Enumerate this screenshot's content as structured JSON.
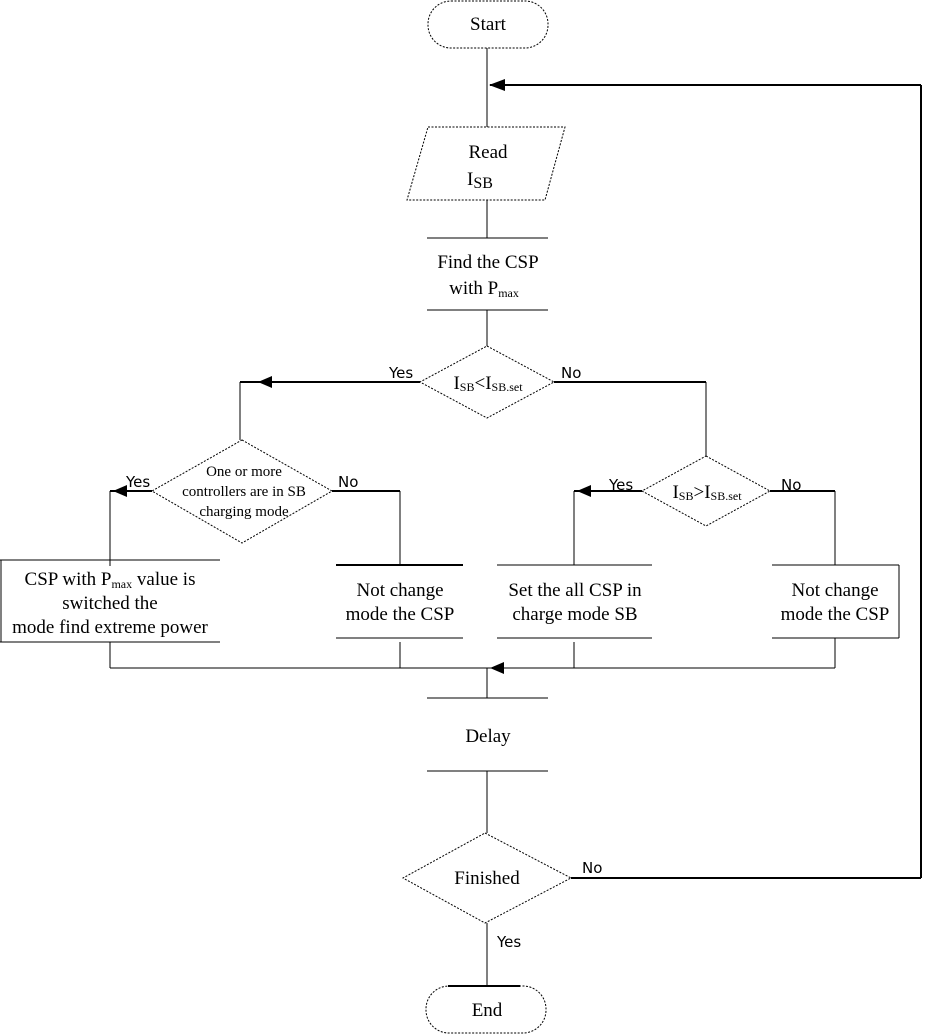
{
  "diagram": {
    "type": "flowchart",
    "nodes": {
      "start": {
        "label": "Start",
        "shape": "terminator"
      },
      "read": {
        "line1": "Read",
        "line2_main": "I",
        "line2_sub": "SB",
        "shape": "input-output"
      },
      "find": {
        "line1": "Find the CSP",
        "line2_main": "with P",
        "line2_sub": "max",
        "shape": "process-open"
      },
      "decision1": {
        "main1": "I",
        "sub1": "SB",
        "op": "<",
        "main2": "I",
        "sub2": "SB.set",
        "shape": "decision"
      },
      "decision2": {
        "lines": [
          "One or more",
          "controllers are in  SB",
          "charging mode"
        ],
        "shape": "decision"
      },
      "decision3": {
        "main1": "I",
        "sub1": "SB",
        "op": ">",
        "main2": "I",
        "sub2": "SB.set",
        "shape": "decision"
      },
      "box_switch": {
        "line1_main": "CSP with P",
        "line1_sub": "max",
        "line1_rest": " value is",
        "line2": "switched the",
        "line3": "mode find extreme power",
        "shape": "process"
      },
      "box_nochange1": {
        "line1": "Not change",
        "line2": "mode the CSP",
        "shape": "process-open"
      },
      "box_setall": {
        "line1": "Set the all CSP in",
        "line2": "charge mode SB",
        "shape": "process-open"
      },
      "box_nochange2": {
        "line1": "Not change",
        "line2": "mode the CSP",
        "shape": "process"
      },
      "delay": {
        "label": "Delay",
        "shape": "process-open"
      },
      "finished": {
        "label": "Finished",
        "shape": "decision"
      },
      "end": {
        "label": "End",
        "shape": "terminator"
      }
    },
    "edge_labels": {
      "d1_yes": "Yes",
      "d1_no": "No",
      "d2_yes": "Yes",
      "d2_no": "No",
      "d3_yes": "Yes",
      "d3_no": "No",
      "finished_no": "No",
      "finished_yes": "Yes"
    },
    "edges": [
      {
        "from": "start",
        "to": "read"
      },
      {
        "from": "read",
        "to": "find"
      },
      {
        "from": "find",
        "to": "decision1"
      },
      {
        "from": "decision1",
        "to": "decision2",
        "label": "Yes"
      },
      {
        "from": "decision1",
        "to": "decision3",
        "label": "No"
      },
      {
        "from": "decision2",
        "to": "box_switch",
        "label": "Yes"
      },
      {
        "from": "decision2",
        "to": "box_nochange1",
        "label": "No"
      },
      {
        "from": "decision3",
        "to": "box_setall",
        "label": "Yes"
      },
      {
        "from": "decision3",
        "to": "box_nochange2",
        "label": "No"
      },
      {
        "from": "box_switch",
        "to": "delay"
      },
      {
        "from": "box_nochange1",
        "to": "delay"
      },
      {
        "from": "box_setall",
        "to": "delay"
      },
      {
        "from": "box_nochange2",
        "to": "delay"
      },
      {
        "from": "delay",
        "to": "finished"
      },
      {
        "from": "finished",
        "to": "read",
        "label": "No"
      },
      {
        "from": "finished",
        "to": "end",
        "label": "Yes"
      }
    ]
  }
}
